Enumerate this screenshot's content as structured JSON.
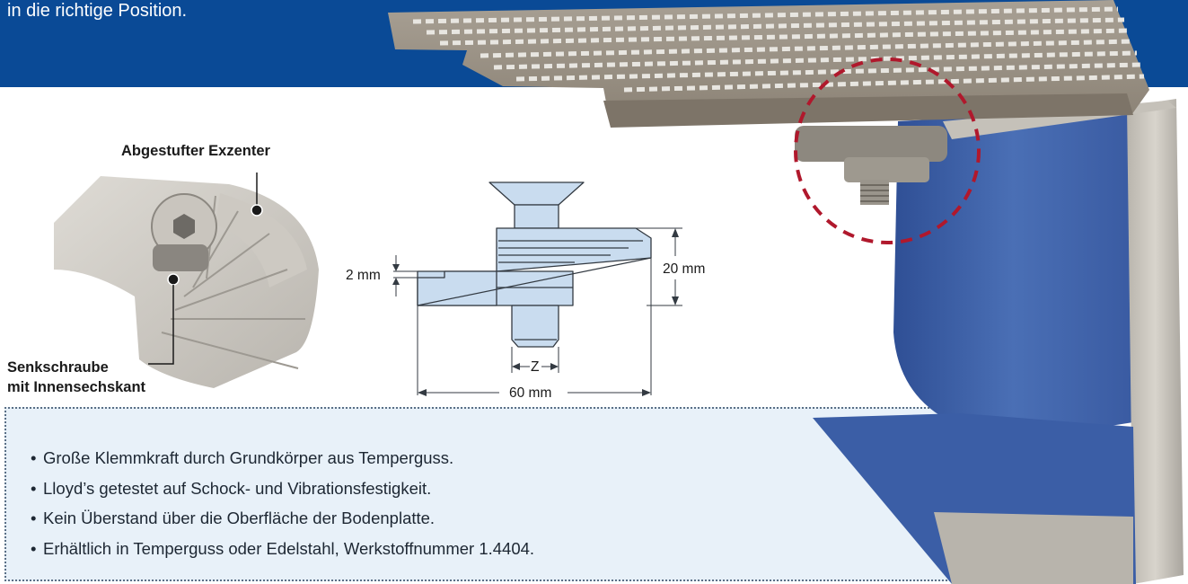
{
  "header": {
    "text": "in die richtige Position."
  },
  "callouts": {
    "eccentric": "Abgestufter Exzenter",
    "screw_line1": "Senkschraube",
    "screw_line2": "mit Innensechskant"
  },
  "dimensions": {
    "step": "2 mm",
    "height": "20 mm",
    "width": "60 mm",
    "z": "Z"
  },
  "features": [
    "Große Klemmkraft durch Grundkörper aus Temperguss.",
    "Lloyd’s getestet auf Schock- und Vibrationsfestigkeit.",
    "Kein Überstand über die Oberfläche der Bodenplatte.",
    "Erhältlich in Temperguss oder Edelstahl, Werkstoffnummer 1.4404."
  ],
  "colors": {
    "header_band": "#0a4a96",
    "feature_box": "#e8f1f9",
    "drawing_fill": "#c9dcef",
    "beam_blue": "#3e63a8",
    "detail_circle": "#b0182c"
  },
  "icons": {
    "bullet": "•"
  }
}
